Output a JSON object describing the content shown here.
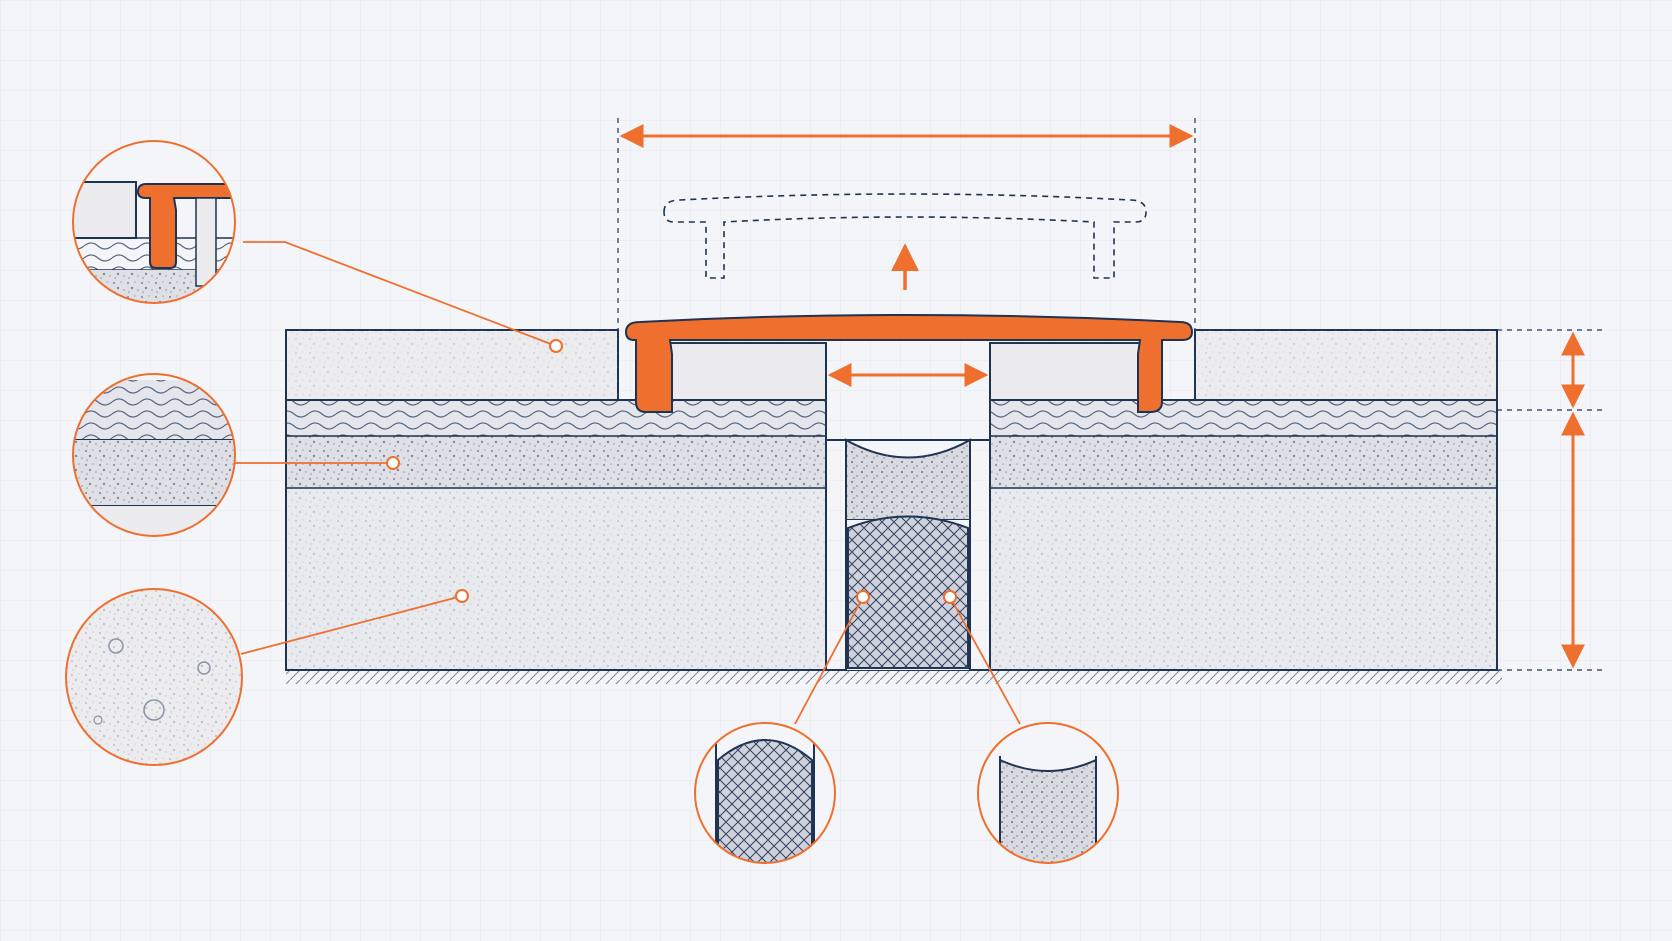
{
  "diagram": {
    "kind": "expansion-joint-cross-section",
    "labels": [],
    "colors": {
      "background": "#f4f5f8",
      "grid": "#e3e6ee",
      "outline": "#1f3352",
      "accent": "#ef6f2f",
      "concrete_fill": "#e9eaee",
      "slab_fill": "#ececef",
      "aggregate_fill": "#dfe0e5",
      "foam_fill": "#d8dae0"
    },
    "callouts": [
      {
        "name": "cover-profile-detail",
        "subject": "t-profile-in-slab"
      },
      {
        "name": "layer-detail",
        "subject": "membrane-and-screed"
      },
      {
        "name": "concrete-detail",
        "subject": "concrete-base"
      },
      {
        "name": "backer-rod-detail",
        "subject": "backer-rod"
      },
      {
        "name": "sealant-detail",
        "subject": "sealant-fill"
      }
    ],
    "icons": [
      "up-arrow-icon",
      "dimension-arrow-icon"
    ]
  }
}
